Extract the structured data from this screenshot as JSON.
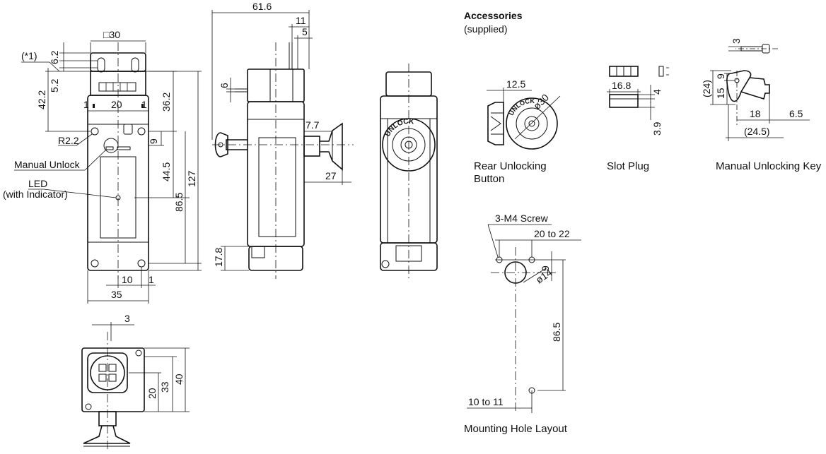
{
  "front": {
    "d30": "□30",
    "d6_2": "6.2",
    "note": "(*1)",
    "d5_2": "5.2",
    "d42_2": "42.2",
    "d1a": "1",
    "d20": "20",
    "d1b": "1",
    "d36_2": "36.2",
    "r2_2": "R2.2",
    "d9": "9",
    "d44_5": "44.5",
    "d86_5": "86.5",
    "d127": "127",
    "manual_unlock": "Manual Unlock",
    "led": "LED",
    "led_sub": "(with Indicator)",
    "d10": "10",
    "d1c": "1",
    "d35": "35",
    "d17_8": "17.8"
  },
  "side": {
    "d61_6": "61.6",
    "d11": "11",
    "d5": "5",
    "d6": "6",
    "d7_7": "7.7",
    "d27": "27"
  },
  "rear": {
    "unlock_text": "UNLOCK"
  },
  "bottom": {
    "d3": "3",
    "d20": "20",
    "d33": "33",
    "d40": "40"
  },
  "accessories": {
    "title": "Accessories",
    "subtitle": "(supplied)",
    "rear_button": {
      "d12_5": "12.5",
      "d30": "ø30",
      "cap1": "Rear Unlocking",
      "cap2": "Button",
      "ring_text": "UNLOCK"
    },
    "slot_plug": {
      "d16_8": "16.8",
      "d4": "4",
      "d3_9": "3.9",
      "cap": "Slot Plug"
    },
    "key": {
      "d3": "3",
      "d24": "(24)",
      "d15": "15",
      "d9": "9",
      "d18": "18",
      "d6_5": "6.5",
      "d24_5": "(24.5)",
      "cap": "Manual Unlocking Key"
    }
  },
  "mounting": {
    "screw": "3-M4 Screw",
    "d20_22": "20 to 22",
    "d9": "9",
    "d14": "ø14",
    "d86_5": "86.5",
    "d10_11": "10 to 11",
    "cap": "Mounting Hole Layout"
  }
}
